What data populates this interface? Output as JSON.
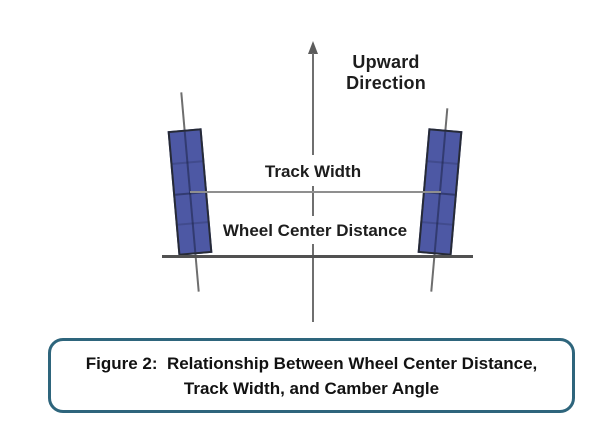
{
  "diagram": {
    "upward_direction": {
      "line1": "Upward",
      "line2": "Direction"
    },
    "track_width_label": "Track Width",
    "wheel_center_distance_label": "Wheel Center Distance",
    "wheels": [
      {
        "side": "left",
        "camber_deg": -5
      },
      {
        "side": "right",
        "camber_deg": 5
      }
    ]
  },
  "caption": {
    "line1": "Figure 2:  Relationship Between Wheel Center Distance,",
    "line2": "Track Width, and Camber Angle"
  },
  "icons": {
    "up_arrow": "▲"
  },
  "colors": {
    "background": "#ffffff",
    "text": "#1d1d1d",
    "wheel_fill": "#4d58a4",
    "wheel_border": "#262a36",
    "axis_line": "#6f6f6f",
    "track_line": "#8f8f8f",
    "ground_line": "#515151",
    "caption_border": "#2e657c"
  }
}
